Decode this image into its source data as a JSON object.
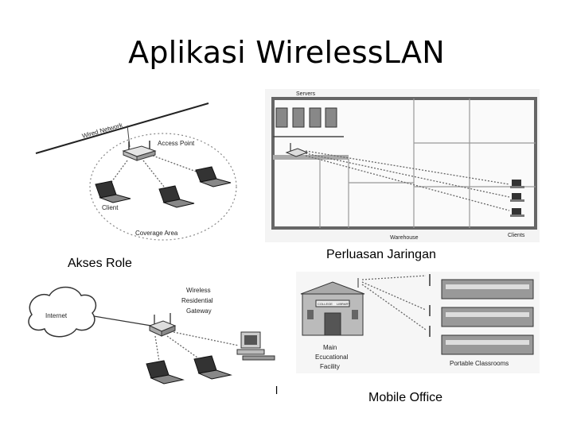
{
  "slide": {
    "title": "Aplikasi WirelessLAN",
    "captions": {
      "akses_role": "Akses Role",
      "perluasan": "Perluasan Jaringan",
      "mobile_office": "Mobile Office",
      "stray_mark": "l"
    }
  },
  "diagrams": {
    "access_point": {
      "wired_network": "Wired Network",
      "access_point": "Access Point",
      "client": "Client",
      "coverage_area": "Coverage Area"
    },
    "warehouse": {
      "servers": "Servers",
      "warehouse": "Warehouse",
      "clients": "Clients"
    },
    "residential": {
      "internet": "Internet",
      "gateway_line1": "Wireless",
      "gateway_line2": "Residential",
      "gateway_line3": "Gateway"
    },
    "campus": {
      "main_line1": "Main",
      "main_line2": "Ecucational",
      "main_line3": "Facility",
      "portable": "Portable Classrooms",
      "sign_line1": "COLLEGE",
      "sign_line2": "LIBRARY"
    }
  }
}
